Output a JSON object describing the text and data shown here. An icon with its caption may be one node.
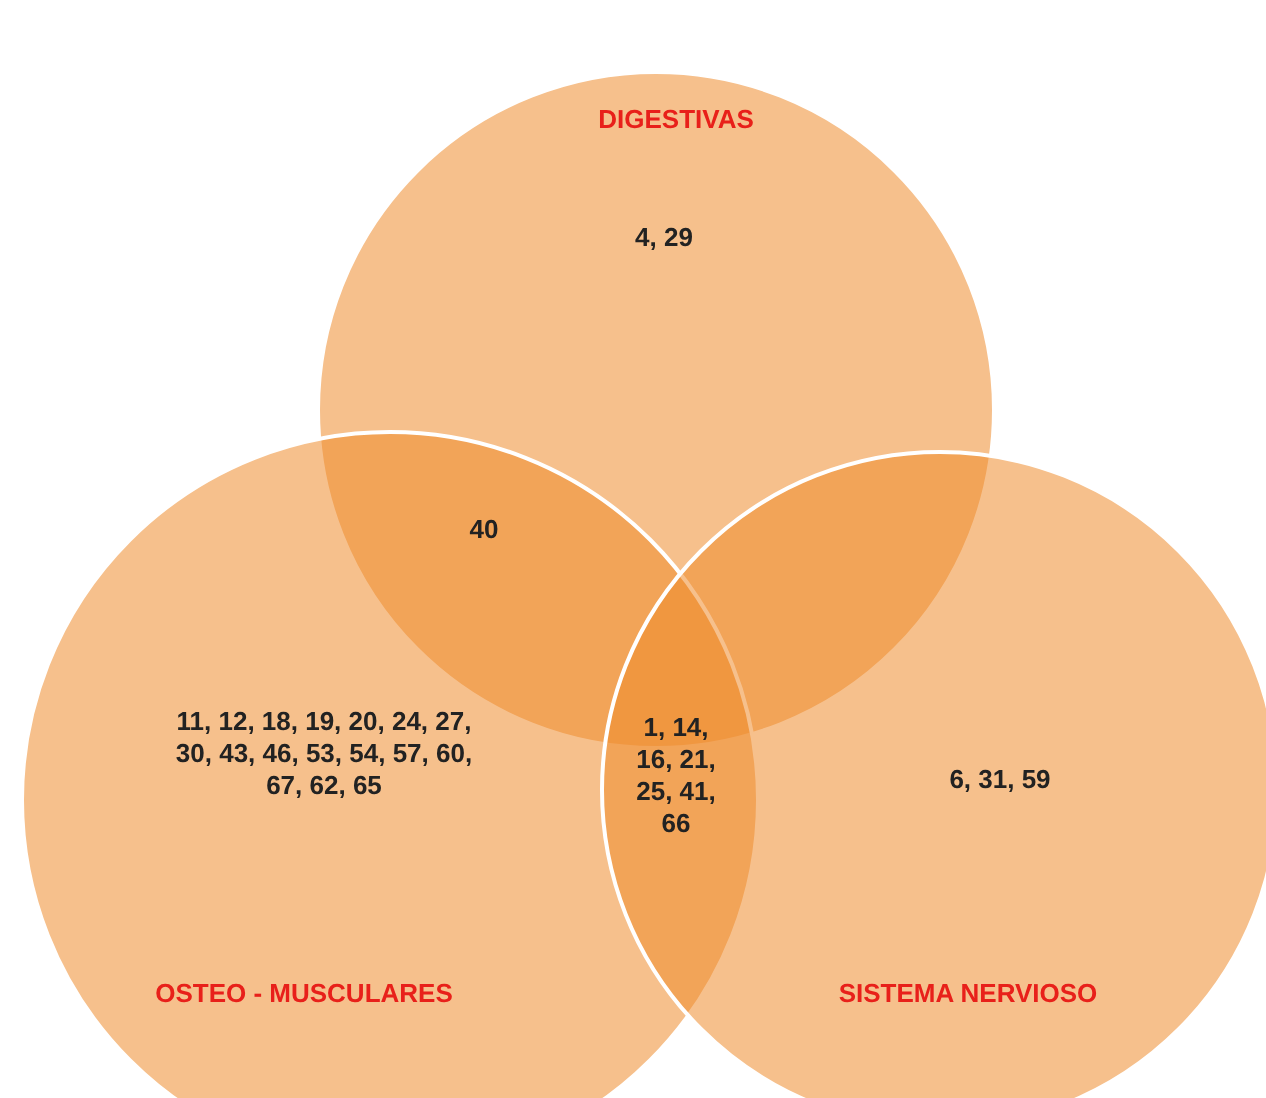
{
  "diagram": {
    "nodes": [
      {
        "text": [
          "DIGESTIVAS",
          "4, 29"
        ]
      },
      {
        "text": [
          "11, 12, 18, 19, 20, 24, 27, 30, 43, 46, 53, 54, 57, 60, 67, 62, 65",
          "OSTEO - MUSCULARES"
        ]
      },
      {
        "text": [
          "6, 31, 59",
          "SISTEMA NERVIOSO"
        ]
      }
    ],
    "labels": [
      "40",
      "1, 14, 16, 21, 25, 41, 66"
    ]
  }
}
